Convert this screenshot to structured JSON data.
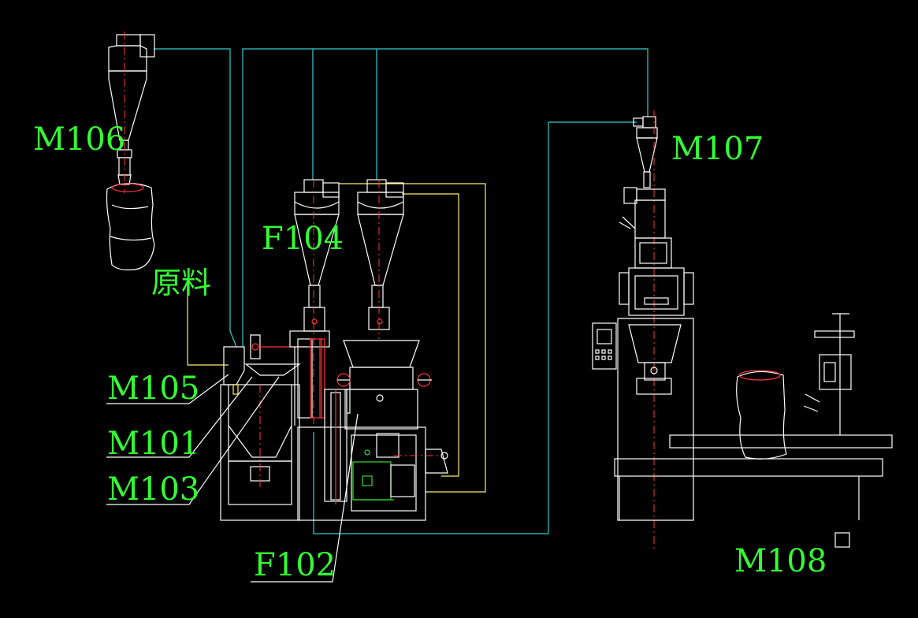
{
  "diagram": {
    "background": "#000000",
    "label_color": "#33ff33",
    "pipe_colors": {
      "cyan": "#33cccc",
      "yellow": "#ffee66",
      "equipment": "#ffffff",
      "centerline": "#ff3333"
    },
    "labels": {
      "m106": "M106",
      "m107": "M107",
      "f104": "F104",
      "raw_material": "原料",
      "m105": "M105",
      "m101": "M101",
      "m103": "M103",
      "f102": "F102",
      "m108": "M108"
    }
  }
}
